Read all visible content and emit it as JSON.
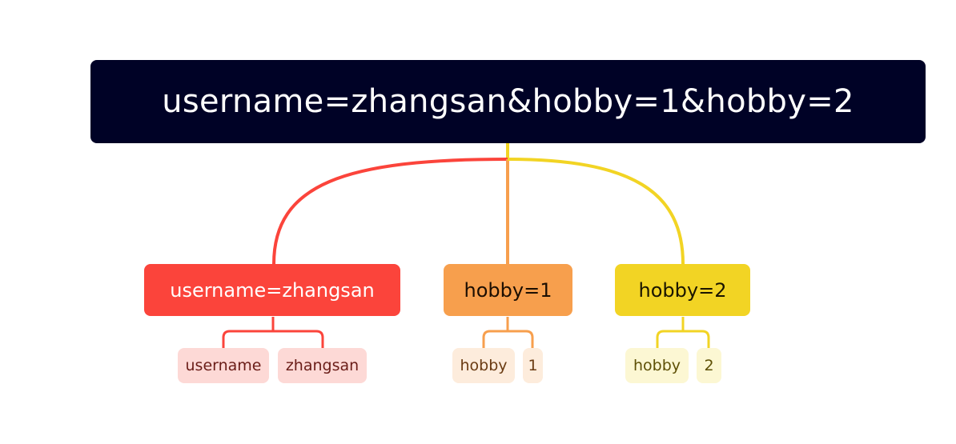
{
  "root": {
    "label": "username=zhangsan&hobby=1&hobby=2"
  },
  "branches": [
    {
      "label": "username=zhangsan",
      "children": [
        "username",
        "zhangsan"
      ]
    },
    {
      "label": "hobby=1",
      "children": [
        "hobby",
        "1"
      ]
    },
    {
      "label": "hobby=2",
      "children": [
        "hobby",
        "2"
      ]
    }
  ],
  "colors": {
    "root_bg": "#000226",
    "red": "#fb443b",
    "orange": "#f79f4d",
    "yellow": "#f2d424"
  }
}
